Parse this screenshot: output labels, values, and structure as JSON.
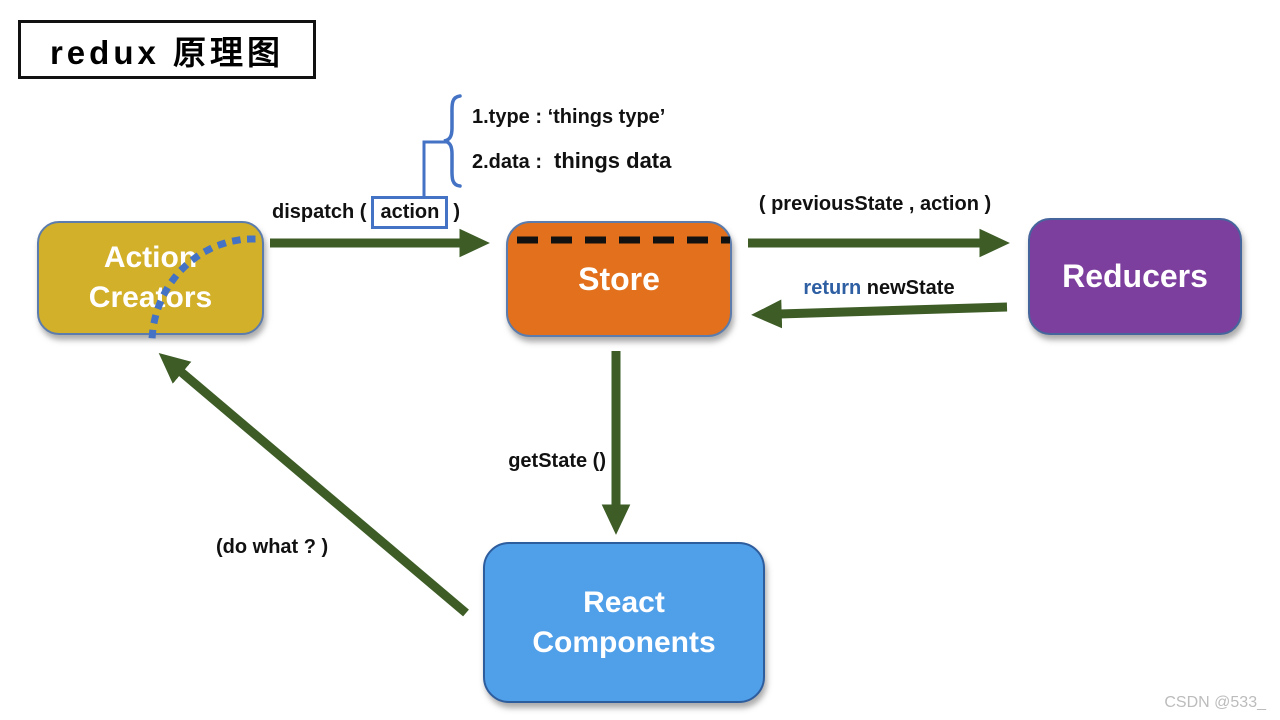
{
  "title": {
    "text": "redux 原理图"
  },
  "annotation": {
    "line1": "1.type : ‘things type’",
    "line2_prefix": "2.data :",
    "line2_value": "things data"
  },
  "labels": {
    "dispatch_prefix": "dispatch (",
    "dispatch_action": "action",
    "dispatch_suffix": ")",
    "previous_state": "( previousState , action )",
    "return_keyword": "return",
    "return_value": "newState",
    "get_state": "getState ()",
    "do_what": "(do what ? )"
  },
  "nodes": {
    "action_creators": {
      "label": "Action Creators",
      "color": "#d3b02a"
    },
    "store": {
      "label": "Store",
      "color": "#e2701c"
    },
    "reducers": {
      "label": "Reducers",
      "color": "#7c3f9d"
    },
    "react_components": {
      "label": "React Components",
      "color": "#509fe9"
    }
  },
  "colors": {
    "arrow_green": "#3d5c26",
    "accent_blue": "#4472c4",
    "return_blue": "#2e5fa3",
    "dash_black": "#111111"
  },
  "watermark": "CSDN @533_"
}
